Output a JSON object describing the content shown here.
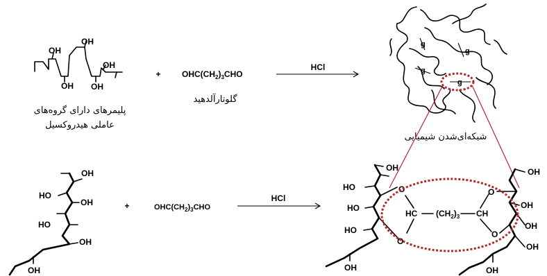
{
  "top_reaction": {
    "polymer_label_line1": "پلیمرهای دارای گروه‌های",
    "polymer_label_line2": "عاملی هیدروکسیل",
    "oh": "OH",
    "plus": "+",
    "reagent": "OHC(CH2)3CHO",
    "reagent_label": "گلوتارآلدهید",
    "catalyst": "HCl",
    "network_label": "شبکه‌ای‌شدن شیمیایی",
    "crosslink_mark": "g"
  },
  "bottom_reaction": {
    "oh": "OH",
    "ho": "HO",
    "plus": "+",
    "reagent": "OHC(CH2)3CHO",
    "catalyst": "HCl",
    "o": "O",
    "hc": "HC",
    "ch": "CH",
    "bridge": "(CH2)3"
  },
  "colors": {
    "highlight": "#b5272d",
    "ink": "#000000"
  }
}
